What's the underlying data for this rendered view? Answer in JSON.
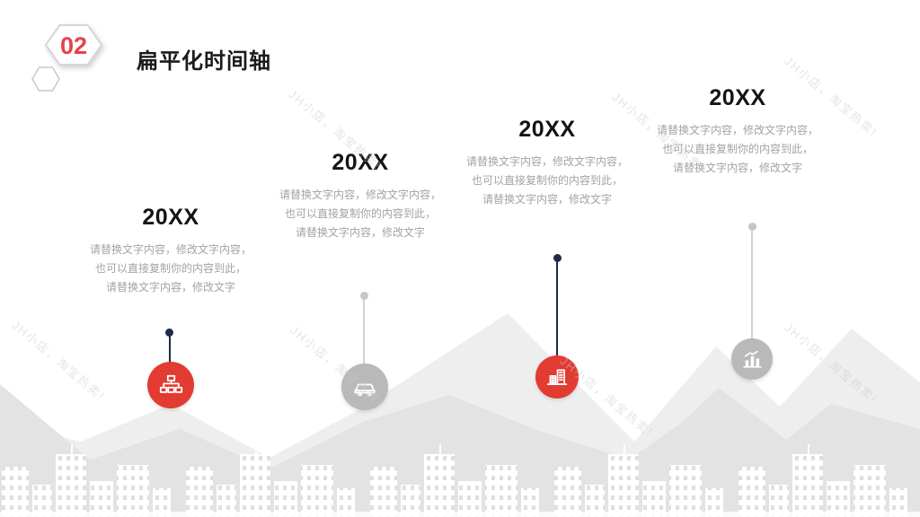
{
  "header": {
    "badge_number": "02",
    "title": "扁平化时间轴"
  },
  "watermark": {
    "text": "JH小店，淘宝热卖!"
  },
  "timeline": {
    "items": [
      {
        "year": "20XX",
        "lines": [
          "请替换文字内容，修改文字内容，",
          "也可以直接复制你的内容到此，",
          "请替换文字内容，修改文字"
        ],
        "icon": "org-chart-icon",
        "style": "red"
      },
      {
        "year": "20XX",
        "lines": [
          "请替换文字内容，修改文字内容，",
          "也可以直接复制你的内容到此，",
          "请替换文字内容，修改文字"
        ],
        "icon": "car-icon",
        "style": "gray"
      },
      {
        "year": "20XX",
        "lines": [
          "请替换文字内容，修改文字内容，",
          "也可以直接复制你的内容到此，",
          "请替换文字内容，修改文字"
        ],
        "icon": "city-buildings-icon",
        "style": "red"
      },
      {
        "year": "20XX",
        "lines": [
          "请替换文字内容，修改文字内容，",
          "也可以直接复制你的内容到此，",
          "请替换文字内容，修改文字"
        ],
        "icon": "bar-chart-icon",
        "style": "gray"
      }
    ]
  },
  "colors": {
    "accent_red": "#e23b31",
    "badge_red": "#e8414b",
    "navy_line": "#1e2c48",
    "gray_circle": "#b9b9b9",
    "gray_line": "#d2d2d2",
    "hill_back": "#eeeeee",
    "hill_front": "#e3e3e3",
    "body_text": "#a3a3a3"
  }
}
